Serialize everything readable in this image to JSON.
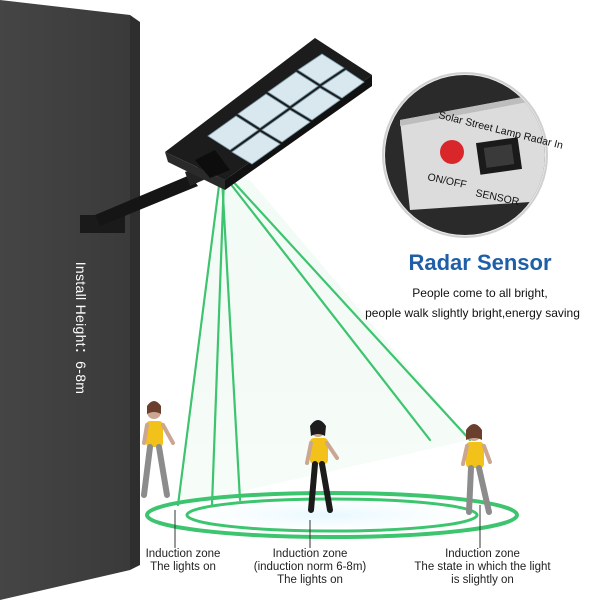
{
  "install_height": "Install Height：6-8m",
  "radar": {
    "title": "Radar Sensor",
    "line1": "People come to all bright,",
    "line2": "people walk slightly bright,energy saving"
  },
  "panel": {
    "brand": "Solar Street Lamp Radar In",
    "on_off": "ON/OFF",
    "sensor": "SENSOR"
  },
  "zones": [
    {
      "lines": [
        "Induction zone",
        "The lights on"
      ]
    },
    {
      "lines": [
        "Induction zone",
        "(induction norm 6-8m)",
        "The lights on"
      ]
    },
    {
      "lines": [
        "Induction zone",
        "The state in which the light",
        "is slightly on"
      ]
    }
  ],
  "colors": {
    "wall": "#4a4a4a",
    "beam": "#3cc46e",
    "title": "#1f5fa8",
    "button": "#d8262b",
    "shirt": "#f2c21a"
  }
}
